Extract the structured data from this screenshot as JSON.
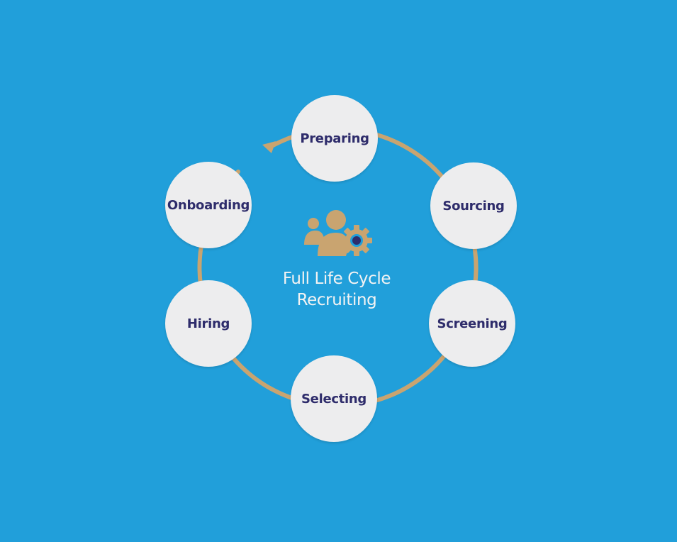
{
  "diagram": {
    "center": {
      "title_line1": "Full Life Cycle",
      "title_line2": "Recruiting",
      "icon": "people-gear-icon"
    },
    "stages": [
      {
        "id": "preparing",
        "label": "Preparing"
      },
      {
        "id": "sourcing",
        "label": "Sourcing"
      },
      {
        "id": "screening",
        "label": "Screening"
      },
      {
        "id": "selecting",
        "label": "Selecting"
      },
      {
        "id": "hiring",
        "label": "Hiring"
      },
      {
        "id": "onboarding",
        "label": "Onboarding"
      }
    ],
    "flow": "clockwise",
    "colors": {
      "background": "#219fda",
      "ring": "#c9a470",
      "circle_fill": "#ededee",
      "label_text": "#2e2c6b",
      "center_text": "#f3f3f3",
      "icon_fill": "#c9a470",
      "icon_dot": "#2e2c6b"
    }
  }
}
